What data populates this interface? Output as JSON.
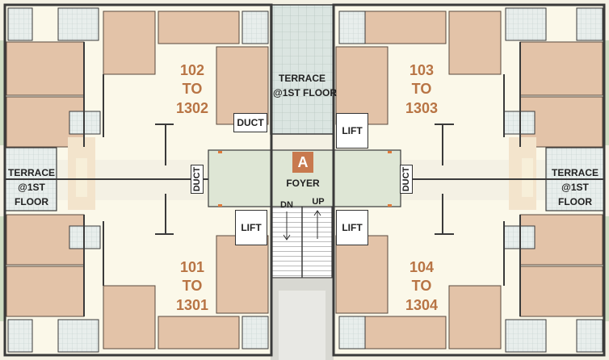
{
  "colors": {
    "room": "#e3c3a8",
    "apartment_floor": "#fbf8e9",
    "foyer_floor": "#dee6d5",
    "terrace_tile": "#dbe5e1",
    "wall": "#3a3a3a",
    "label_accent": "#b87444",
    "badge": "#c8794e"
  },
  "units": [
    {
      "id": "u102",
      "line1": "102",
      "line2": "TO",
      "line3": "1302"
    },
    {
      "id": "u103",
      "line1": "103",
      "line2": "TO",
      "line3": "1303"
    },
    {
      "id": "u101",
      "line1": "101",
      "line2": "TO",
      "line3": "1301"
    },
    {
      "id": "u104",
      "line1": "104",
      "line2": "TO",
      "line3": "1304"
    }
  ],
  "terraces": {
    "top": {
      "line1": "TERRACE",
      "line2": "@1ST FLOOR"
    },
    "left": {
      "line1": "TERRACE",
      "line2": "@1ST",
      "line3": "FLOOR"
    },
    "right": {
      "line1": "TERRACE",
      "line2": "@1ST",
      "line3": "FLOOR"
    }
  },
  "foyer": {
    "badge": "A",
    "label": "FOYER"
  },
  "lifts": [
    "LIFT",
    "LIFT",
    "LIFT"
  ],
  "ducts": {
    "top": "DUCT",
    "left": "DUCT",
    "right": "DUCT"
  },
  "stairs": {
    "down": "DN",
    "up": "UP"
  }
}
